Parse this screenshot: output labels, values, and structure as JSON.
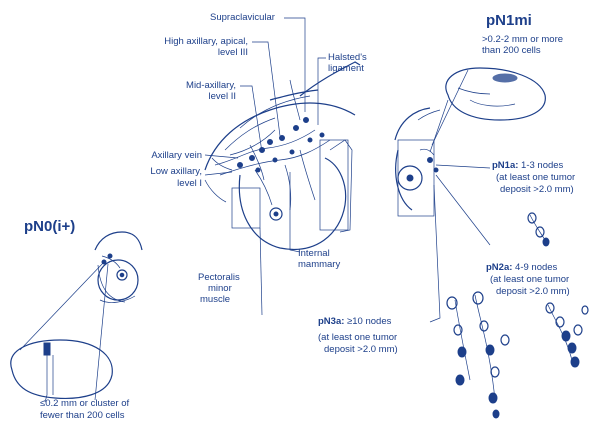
{
  "labels": {
    "supraclavicular": "Supraclavicular",
    "high_axillary": "High axillary, apical,",
    "high_axillary_level": "level III",
    "halsteds": "Halsted's",
    "halsteds_2": "ligament",
    "mid_axillary": "Mid-axillary,",
    "mid_axillary_level": "level II",
    "axillary_vein": "Axillary vein",
    "low_axillary": "Low axillary,",
    "low_axillary_level": "level I",
    "internal_mammary": "Internal",
    "internal_mammary_2": "mammary",
    "pectoralis": "Pectoralis",
    "pectoralis_2": "minor",
    "pectoralis_3": "muscle"
  },
  "stages": {
    "pn1mi": {
      "title": "pN1mi",
      "line1": ">0.2-2 mm or more",
      "line2": "than 200 cells"
    },
    "pn1a": {
      "code": "pN1a:",
      "line1": "1-3 nodes",
      "line2": "(at least one tumor",
      "line3": "deposit >2.0 mm)"
    },
    "pn2a": {
      "code": "pN2a:",
      "line1": "4-9 nodes",
      "line2": "(at least one tumor",
      "line3": "deposit >2.0 mm)"
    },
    "pn3a": {
      "code": "pN3a:",
      "line1": "≥10 nodes",
      "line2": "(at least one tumor",
      "line3": "deposit >2.0 mm)"
    },
    "pn0": {
      "title": "pN0(i+)",
      "line1": "≤0.2 mm or cluster of",
      "line2": "fewer than 200 cells"
    }
  },
  "colors": {
    "ink": "#1d3f8a",
    "fill": "#ffffff"
  }
}
